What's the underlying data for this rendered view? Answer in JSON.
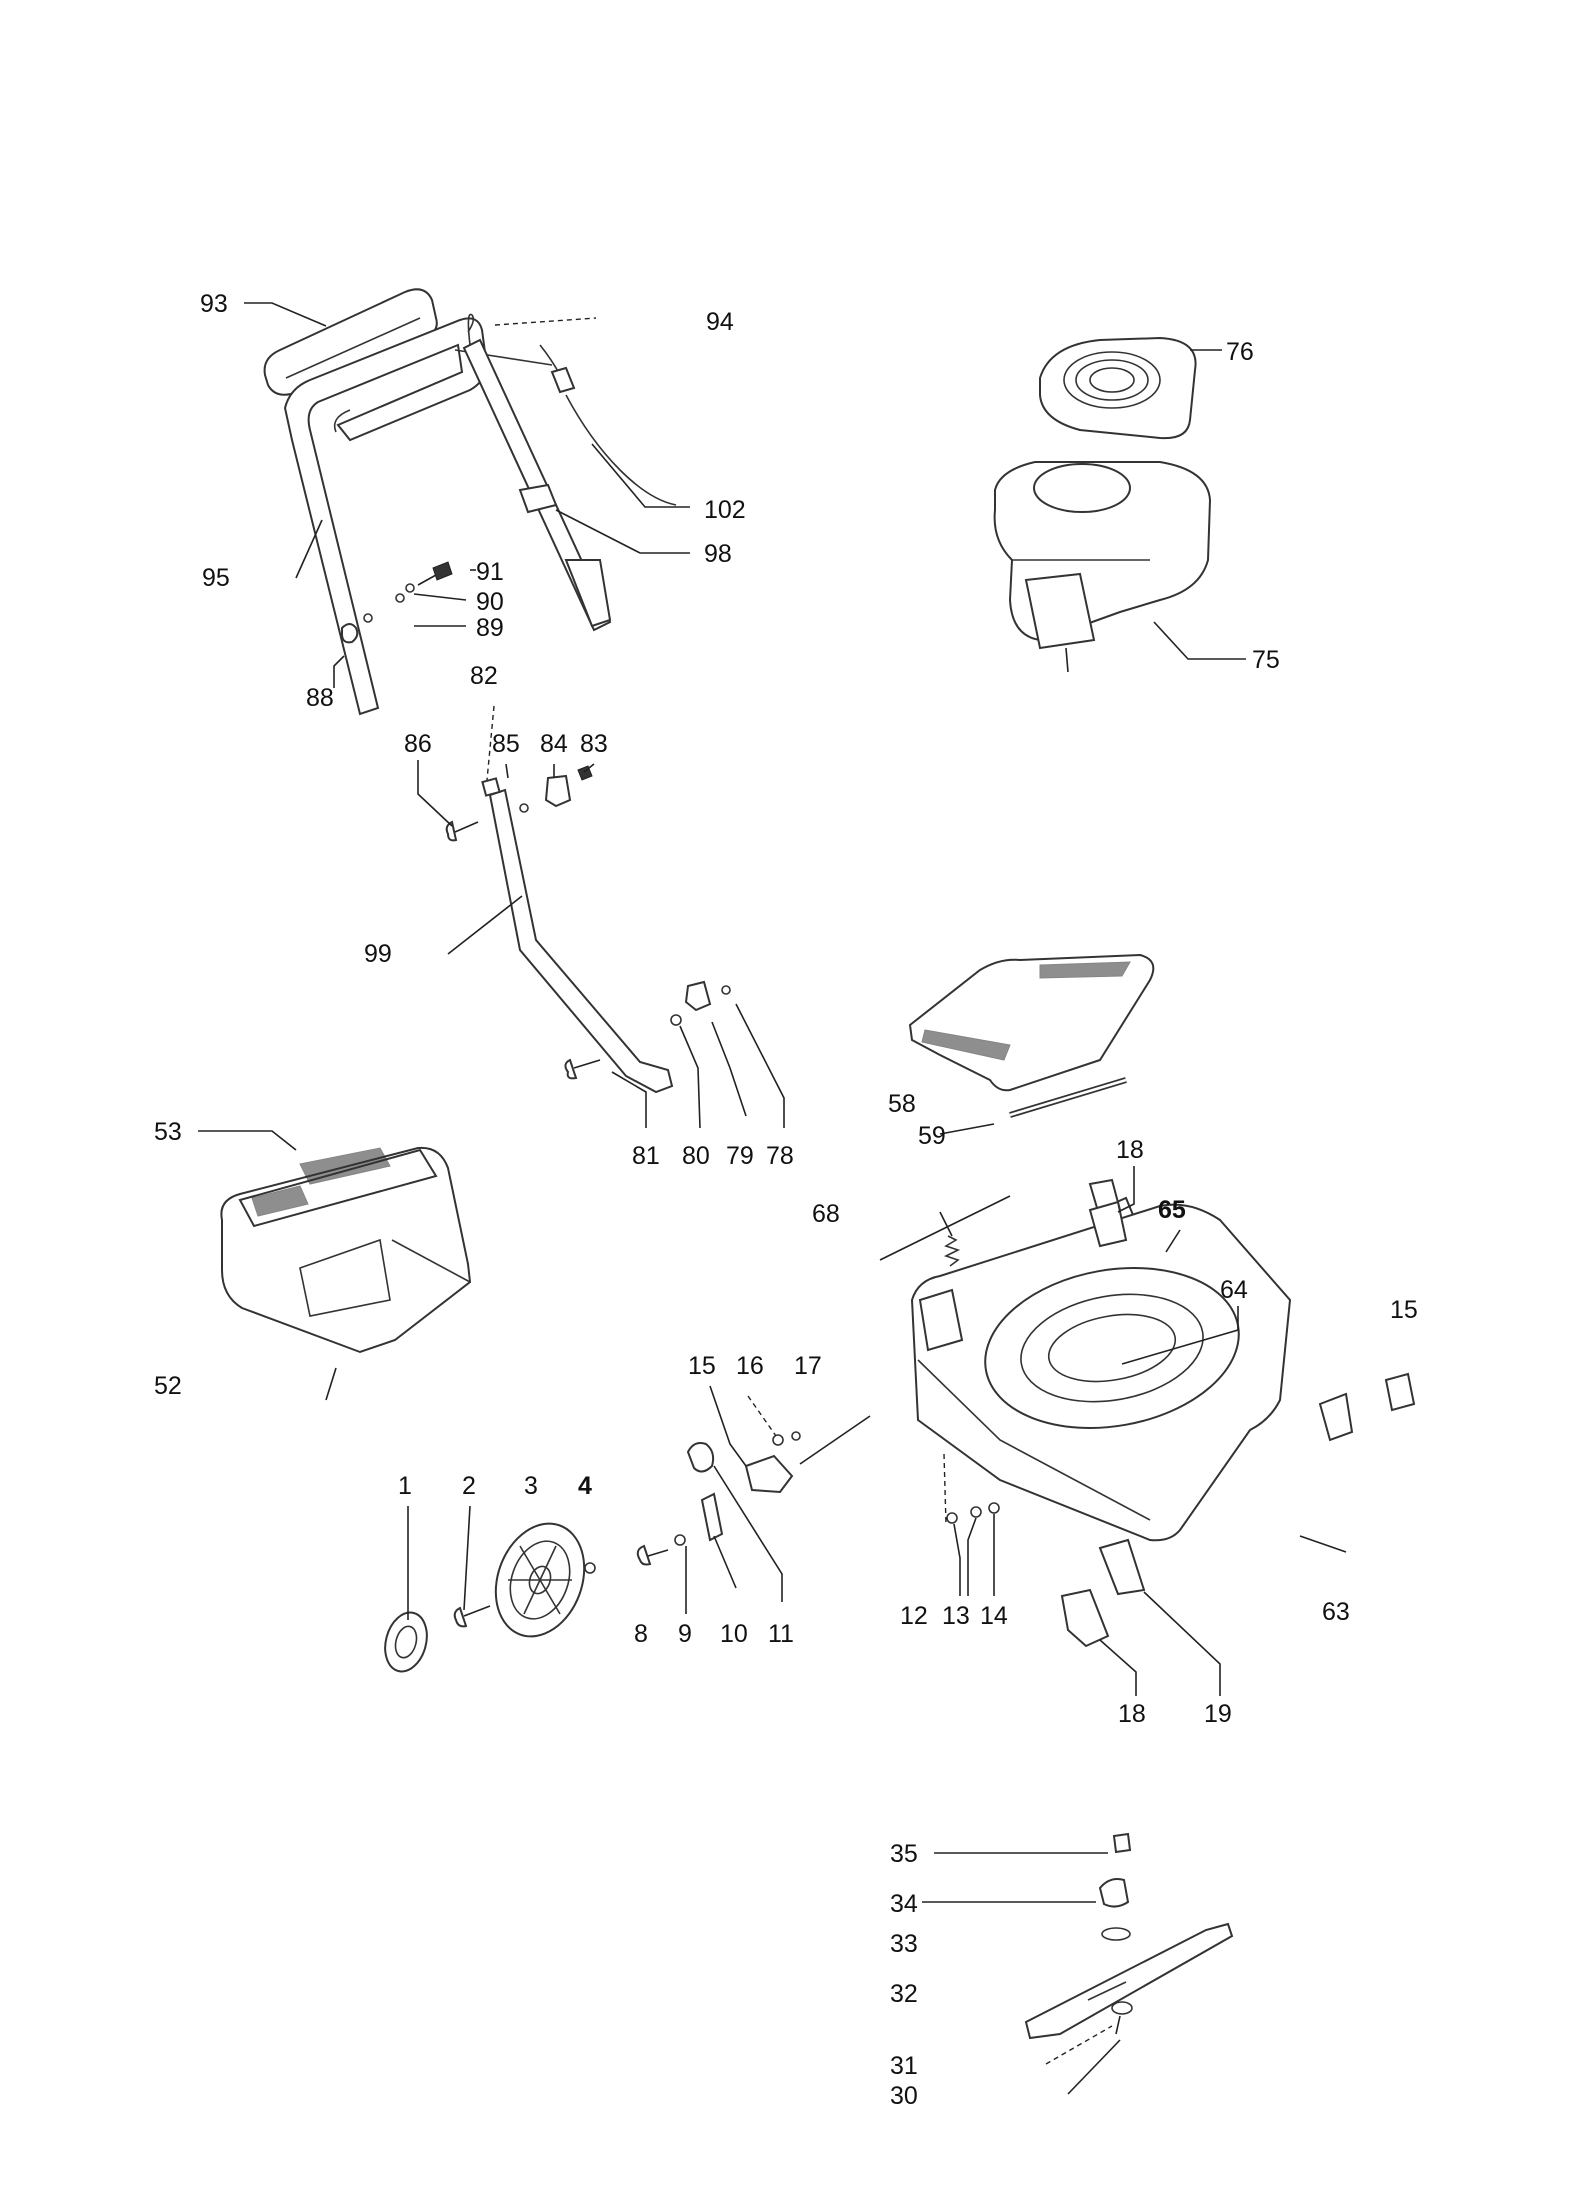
{
  "callouts": [
    {
      "n": "93"
    },
    {
      "n": "94"
    },
    {
      "n": "76"
    },
    {
      "n": "102"
    },
    {
      "n": "98"
    },
    {
      "n": "95"
    },
    {
      "n": "91"
    },
    {
      "n": "90"
    },
    {
      "n": "89"
    },
    {
      "n": "75"
    },
    {
      "n": "88"
    },
    {
      "n": "82"
    },
    {
      "n": "86"
    },
    {
      "n": "85"
    },
    {
      "n": "84"
    },
    {
      "n": "83"
    },
    {
      "n": "99"
    },
    {
      "n": "58"
    },
    {
      "n": "53"
    },
    {
      "n": "59"
    },
    {
      "n": "81"
    },
    {
      "n": "80"
    },
    {
      "n": "79"
    },
    {
      "n": "78"
    },
    {
      "n": "18"
    },
    {
      "n": "68"
    },
    {
      "n": "65"
    },
    {
      "n": "64"
    },
    {
      "n": "15"
    },
    {
      "n": "52"
    },
    {
      "n": "15"
    },
    {
      "n": "16"
    },
    {
      "n": "17"
    },
    {
      "n": "1"
    },
    {
      "n": "2"
    },
    {
      "n": "3"
    },
    {
      "n": "4"
    },
    {
      "n": "63"
    },
    {
      "n": "8"
    },
    {
      "n": "9"
    },
    {
      "n": "10"
    },
    {
      "n": "11"
    },
    {
      "n": "12"
    },
    {
      "n": "13"
    },
    {
      "n": "14"
    },
    {
      "n": "18"
    },
    {
      "n": "19"
    },
    {
      "n": "35"
    },
    {
      "n": "34"
    },
    {
      "n": "33"
    },
    {
      "n": "32"
    },
    {
      "n": "31"
    },
    {
      "n": "30"
    }
  ]
}
